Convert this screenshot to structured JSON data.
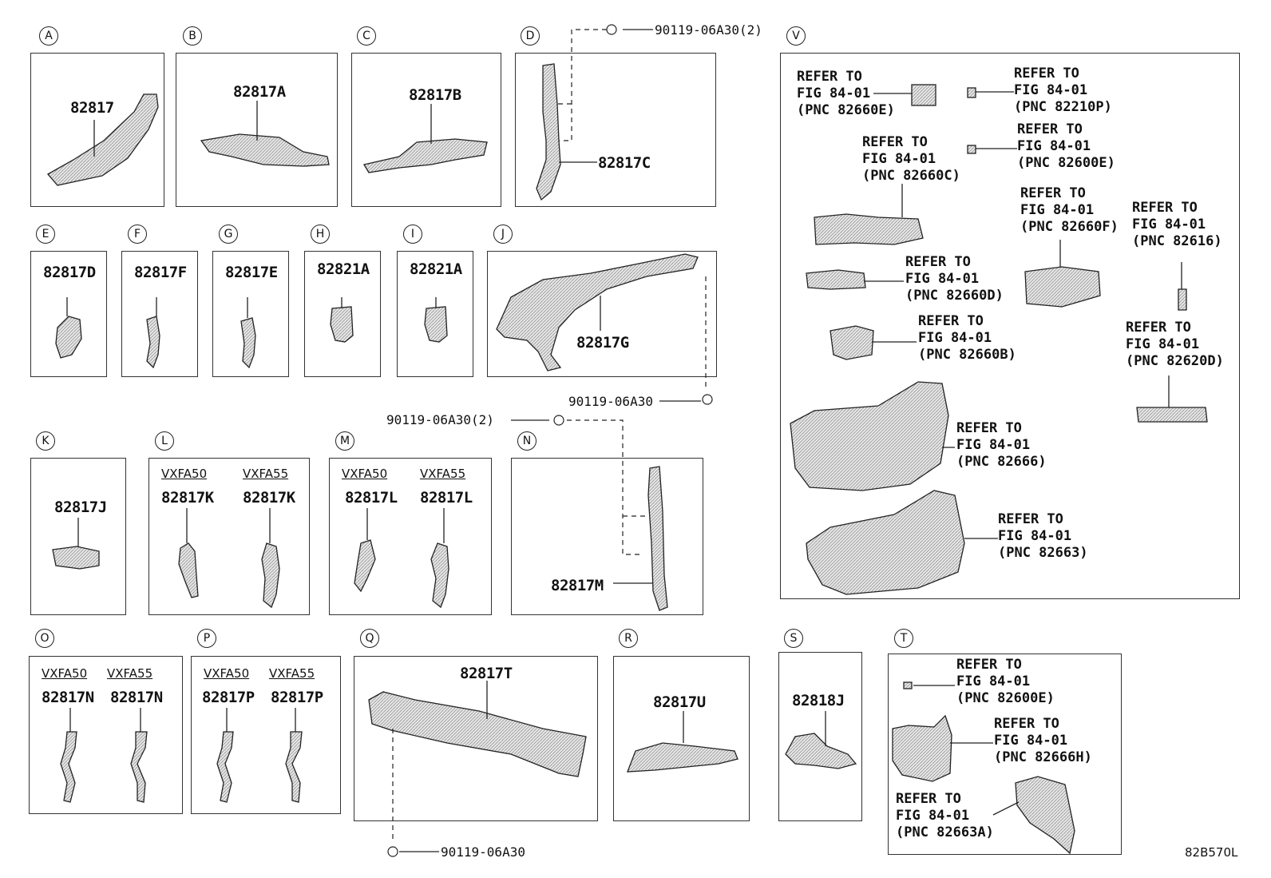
{
  "diagram_code": "82B570L",
  "sections": [
    {
      "letter": "A",
      "parts": [
        "82817"
      ]
    },
    {
      "letter": "B",
      "parts": [
        "82817A"
      ]
    },
    {
      "letter": "C",
      "parts": [
        "82817B"
      ]
    },
    {
      "letter": "D",
      "parts": [
        "82817C"
      ],
      "bolt": "90119-06A30(2)"
    },
    {
      "letter": "E",
      "parts": [
        "82817D"
      ]
    },
    {
      "letter": "F",
      "parts": [
        "82817F"
      ]
    },
    {
      "letter": "G",
      "parts": [
        "82817E"
      ]
    },
    {
      "letter": "H",
      "parts": [
        "82821A"
      ]
    },
    {
      "letter": "I",
      "parts": [
        "82821A"
      ]
    },
    {
      "letter": "J",
      "parts": [
        "82817G"
      ],
      "bolt": "90119-06A30"
    },
    {
      "letter": "K",
      "parts": [
        "82817J"
      ]
    },
    {
      "letter": "L",
      "variants": [
        "VXFA50",
        "VXFA55"
      ],
      "parts": [
        "82817K",
        "82817K"
      ]
    },
    {
      "letter": "M",
      "variants": [
        "VXFA50",
        "VXFA55"
      ],
      "parts": [
        "82817L",
        "82817L"
      ]
    },
    {
      "letter": "N",
      "parts": [
        "82817M"
      ],
      "bolt": "90119-06A30(2)"
    },
    {
      "letter": "O",
      "variants": [
        "VXFA50",
        "VXFA55"
      ],
      "parts": [
        "82817N",
        "82817N"
      ]
    },
    {
      "letter": "P",
      "variants": [
        "VXFA50",
        "VXFA55"
      ],
      "parts": [
        "82817P",
        "82817P"
      ]
    },
    {
      "letter": "Q",
      "parts": [
        "82817T"
      ],
      "bolt": "90119-06A30"
    },
    {
      "letter": "R",
      "parts": [
        "82817U"
      ]
    },
    {
      "letter": "S",
      "parts": [
        "82818J"
      ]
    },
    {
      "letter": "T",
      "refs": [
        "REFER TO\nFIG 84-01\n(PNC 82600E)",
        "REFER TO\nFIG 84-01\n(PNC 82666H)",
        "REFER TO\nFIG 84-01\n(PNC 82663A)"
      ]
    },
    {
      "letter": "V",
      "refs": [
        "REFER TO\nFIG 84-01\n(PNC 82660E)",
        "REFER TO\nFIG 84-01\n(PNC 82210P)",
        "REFER TO\nFIG 84-01\n(PNC 82660C)",
        "REFER TO\nFIG 84-01\n(PNC 82600E)",
        "REFER TO\nFIG 84-01\n(PNC 82660F)",
        "REFER TO\nFIG 84-01\n(PNC 82616)",
        "REFER TO\nFIG 84-01\n(PNC 82660D)",
        "REFER TO\nFIG 84-01\n(PNC 82660B)",
        "REFER TO\nFIG 84-01\n(PNC 82620D)",
        "REFER TO\nFIG 84-01\n(PNC 82666)",
        "REFER TO\nFIG 84-01\n(PNC 82663)"
      ]
    }
  ]
}
